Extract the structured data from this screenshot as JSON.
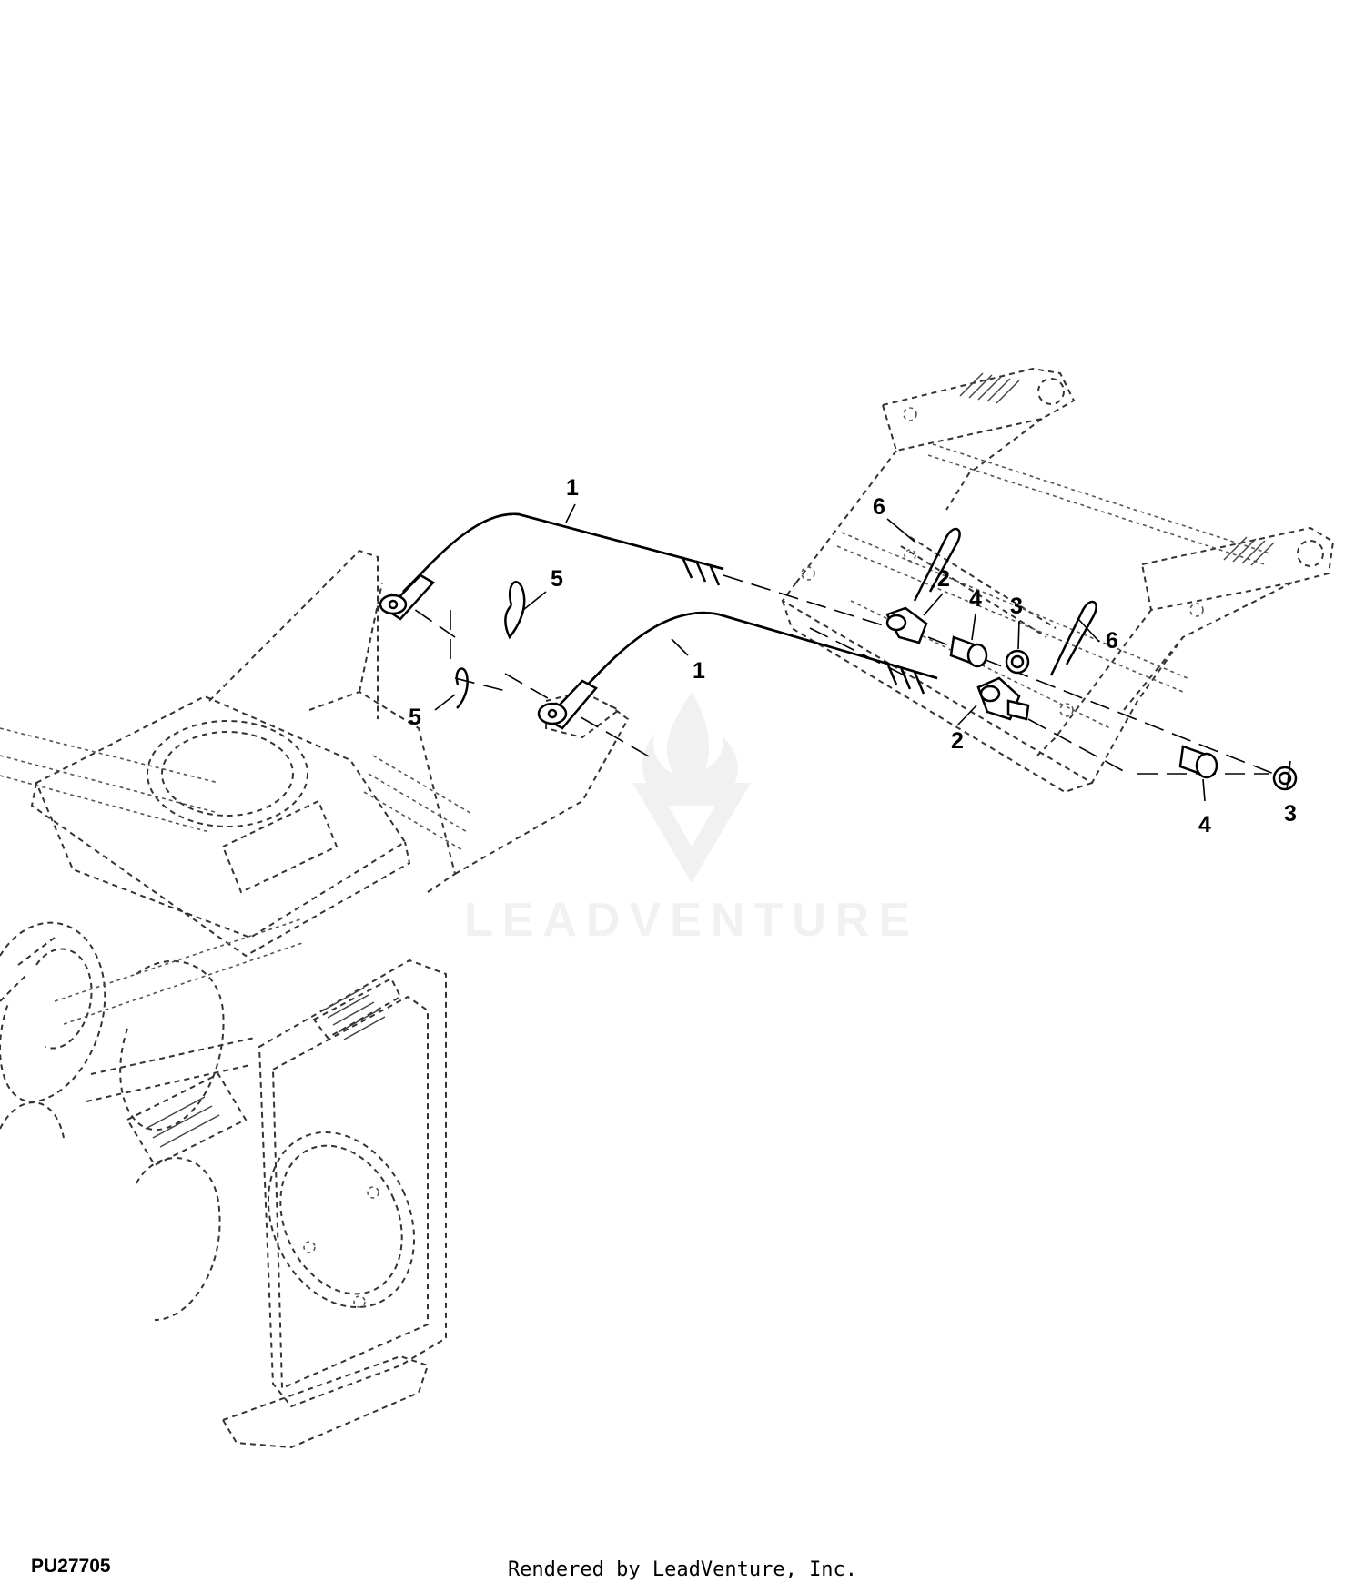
{
  "figure_id": "PU27705",
  "credit": "Rendered by LeadVenture, Inc.",
  "watermark": {
    "text": "LEADVENTURE",
    "icon": "flame-v-logo-icon",
    "color": "#9a9a9a"
  },
  "callouts": [
    "1",
    "1",
    "2",
    "2",
    "3",
    "3",
    "4",
    "4",
    "5",
    "5",
    "6",
    "6"
  ]
}
